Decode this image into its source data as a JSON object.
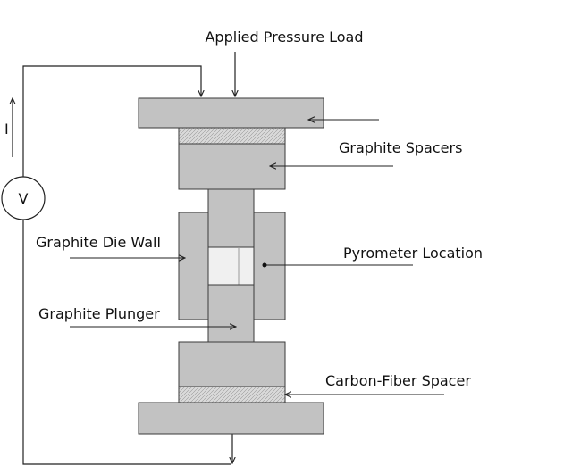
{
  "labels": {
    "applied_pressure_load": "Applied Pressure Load",
    "graphite_spacers": "Graphite Spacers",
    "graphite_die_wall": "Graphite Die Wall",
    "pyrometer_location": "Pyrometer Location",
    "graphite_plunger": "Graphite Plunger",
    "carbon_fiber_spacer": "Carbon-Fiber Spacer",
    "current": "I",
    "voltmeter": "V"
  },
  "colors": {
    "graphite": "#c2c2c2",
    "spacer_hatch": "#d9d9d9",
    "sample": "#f0f0f0",
    "outline": "#3a3a3a",
    "wire": "#222222"
  }
}
